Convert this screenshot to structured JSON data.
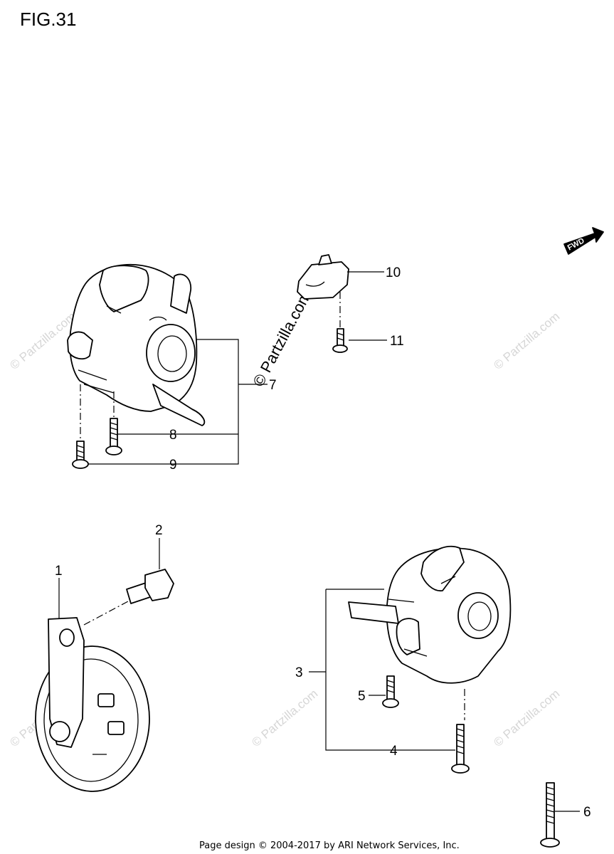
{
  "figure": {
    "title": "FIG.31"
  },
  "fwd_arrow": {
    "label": "FWD"
  },
  "callouts": [
    {
      "number": "1",
      "part": "horn"
    },
    {
      "number": "2",
      "part": "horn-bolt"
    },
    {
      "number": "3",
      "part": "right-handlebar-switch"
    },
    {
      "number": "4",
      "part": "screw"
    },
    {
      "number": "5",
      "part": "screw"
    },
    {
      "number": "6",
      "part": "screw"
    },
    {
      "number": "7",
      "part": "left-handlebar-switch"
    },
    {
      "number": "8",
      "part": "screw"
    },
    {
      "number": "9",
      "part": "screw"
    },
    {
      "number": "10",
      "part": "switch-knob"
    },
    {
      "number": "11",
      "part": "screw"
    }
  ],
  "watermark": {
    "text": "© Partzilla.com"
  },
  "footer": {
    "text": "Page design © 2004-2017 by ARI Network Services, Inc."
  }
}
